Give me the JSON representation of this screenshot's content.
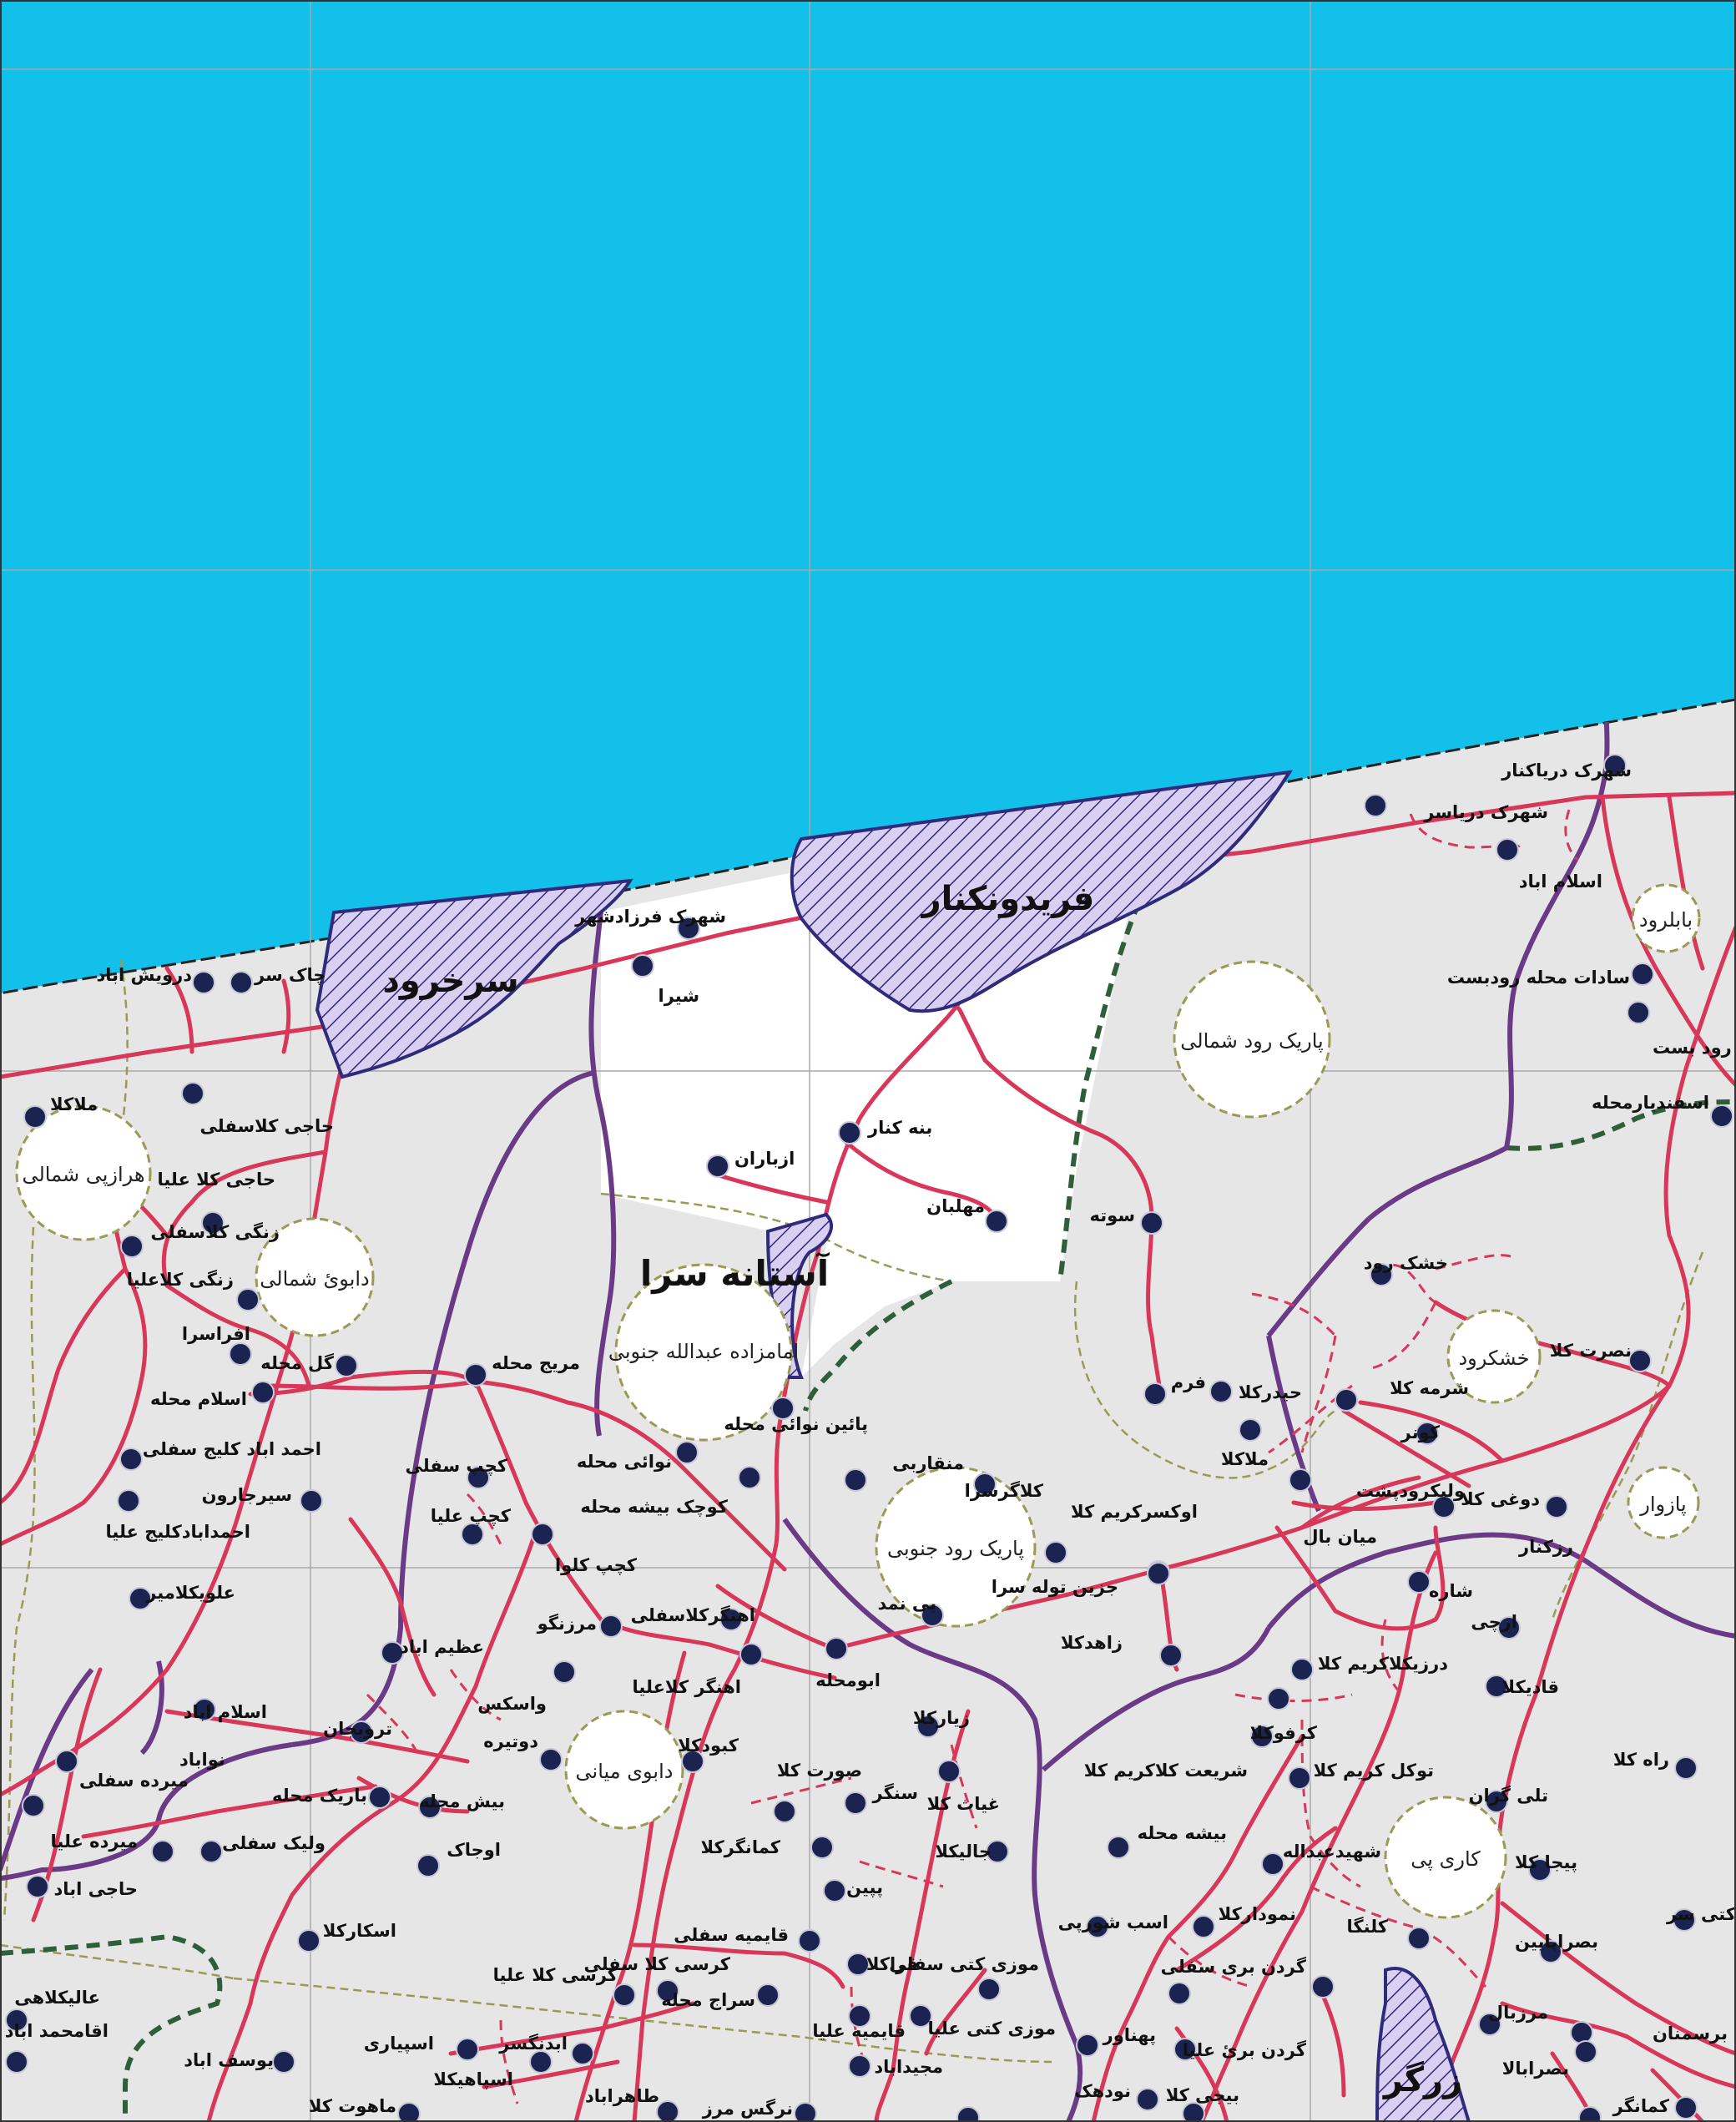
{
  "map": {
    "colors": {
      "sea": "#12c0ea",
      "land": "#e6e6e6",
      "highlight_area": "#ffffff",
      "urban_hatch": "#d9cff0",
      "urban_stroke": "#2f2a7a",
      "road": "#d8375a",
      "county_boundary": "#6b3a86",
      "district_boundary": "#2e5e3a",
      "rural_boundary": "#9a9a55",
      "village_dot": "#1b2450"
    },
    "urban_areas": [
      {
        "name": "سرخرود"
      },
      {
        "name": "فریدونکنار"
      },
      {
        "name": "زرگر"
      }
    ],
    "town": {
      "name": "آستانه سرا"
    },
    "dehestan_circles": [
      {
        "name": "پاریک رود شمالی"
      },
      {
        "name": "بابلرود"
      },
      {
        "name": "هرازپی شمالی"
      },
      {
        "name": "دابوئ شمالی"
      },
      {
        "name": "امامزاده عبدالله جنوبی"
      },
      {
        "name": "خشکرود"
      },
      {
        "name": "پازوار"
      },
      {
        "name": "پاریک رود جنوبی"
      },
      {
        "name": "دابوی میانی"
      },
      {
        "name": "کاری پی"
      }
    ],
    "villages": [
      {
        "name": "شهرک دریاکنار"
      },
      {
        "name": "شهرک دریاسر"
      },
      {
        "name": "اسلام اباد"
      },
      {
        "name": "سادات محله رودبست"
      },
      {
        "name": "رود بست"
      },
      {
        "name": "اسفندیارمحله"
      },
      {
        "name": "شهرک فرزادشهر"
      },
      {
        "name": "شیرا"
      },
      {
        "name": "درویش اباد"
      },
      {
        "name": "چاک سر"
      },
      {
        "name": "ملاکلا"
      },
      {
        "name": "حاجی کلاسفلی"
      },
      {
        "name": "حاجی کلا علیا"
      },
      {
        "name": "زنگی کلاسفلی"
      },
      {
        "name": "زنگی کلاعلیا"
      },
      {
        "name": "افراسرا"
      },
      {
        "name": "گل محله"
      },
      {
        "name": "اسلام محله"
      },
      {
        "name": "احمد اباد کلیج سفلی"
      },
      {
        "name": "سیرجارون"
      },
      {
        "name": "احمدابادکلیج علیا"
      },
      {
        "name": "علویکلامیر"
      },
      {
        "name": "بنه کنار"
      },
      {
        "name": "ازباران"
      },
      {
        "name": "مهلبان"
      },
      {
        "name": "سوته"
      },
      {
        "name": "خشک رود"
      },
      {
        "name": "نصرت کلا"
      },
      {
        "name": "شرمه کلا"
      },
      {
        "name": "حیدرکلا"
      },
      {
        "name": "فرم"
      },
      {
        "name": "ملاکلا"
      },
      {
        "name": "کونر"
      },
      {
        "name": "ولیکرودپشت"
      },
      {
        "name": "دوغی کلا"
      },
      {
        "name": "رزکنار"
      },
      {
        "name": "میان بال"
      },
      {
        "name": "مریج محله"
      },
      {
        "name": "پائین نوائی محله"
      },
      {
        "name": "نوائی محله"
      },
      {
        "name": "منقاربی"
      },
      {
        "name": "کلاگرسرا"
      },
      {
        "name": "اوکسرکریم کلا"
      },
      {
        "name": "کچپ سفلی"
      },
      {
        "name": "کچپ علیا"
      },
      {
        "name": "کوچک بیشه محله"
      },
      {
        "name": "کچپ کلوا"
      },
      {
        "name": "جزین توله سرا"
      },
      {
        "name": "بی نمد"
      },
      {
        "name": "شاره"
      },
      {
        "name": "ارچی"
      },
      {
        "name": "زاهدکلا"
      },
      {
        "name": "عظیم اباد"
      },
      {
        "name": "مرزنگو"
      },
      {
        "name": "اهنگرکلاسفلی"
      },
      {
        "name": "اهنگر کلاعلیا"
      },
      {
        "name": "ابومحله"
      },
      {
        "name": "درزیکلاکریم کلا"
      },
      {
        "name": "قادیکلا"
      },
      {
        "name": "واسکس"
      },
      {
        "name": "اسلام اباد"
      },
      {
        "name": "نواباد"
      },
      {
        "name": "میرده سفلی"
      },
      {
        "name": "تروبجان"
      },
      {
        "name": "دوتیره"
      },
      {
        "name": "کبودکلا"
      },
      {
        "name": "زیارکلا"
      },
      {
        "name": "کرفوکلا"
      },
      {
        "name": "شریعت کلاکریم کلا"
      },
      {
        "name": "توکل کریم کلا"
      },
      {
        "name": "راه کلا"
      },
      {
        "name": "صورت کلا"
      },
      {
        "name": "سنگر"
      },
      {
        "name": "غیاث کلا"
      },
      {
        "name": "تلی گران"
      },
      {
        "name": "باریک محله"
      },
      {
        "name": "بیش محله"
      },
      {
        "name": "ولیک سفلی"
      },
      {
        "name": "میرده علیا"
      },
      {
        "name": "حاجی اباد"
      },
      {
        "name": "اوجاک"
      },
      {
        "name": "کمانگرکلا"
      },
      {
        "name": "جالیکلا"
      },
      {
        "name": "بیشه محله"
      },
      {
        "name": "شهیدعبداله"
      },
      {
        "name": "پیجا کلا"
      },
      {
        "name": "پپین"
      },
      {
        "name": "اسکارکلا"
      },
      {
        "name": "قایمیه سفلی"
      },
      {
        "name": "اسب شورپی"
      },
      {
        "name": "نمودارکلا"
      },
      {
        "name": "کلنگا"
      },
      {
        "name": "کتی سر"
      },
      {
        "name": "کرسی کلا سفلی"
      },
      {
        "name": "قراکلا"
      },
      {
        "name": "موزی کتی سفلی"
      },
      {
        "name": "گردن بری سفلی"
      },
      {
        "name": "بصراپایین"
      },
      {
        "name": "عالیکلاهی"
      },
      {
        "name": "کرسی کلا علیا"
      },
      {
        "name": "سراج محله"
      },
      {
        "name": "موزی کتی علیا"
      },
      {
        "name": "مرزبال"
      },
      {
        "name": "اقامحمد اباد"
      },
      {
        "name": "اسپیاری"
      },
      {
        "name": "ابدنگسر"
      },
      {
        "name": "قایمیه علیا"
      },
      {
        "name": "پهناور"
      },
      {
        "name": "گردن بریٔ علیا"
      },
      {
        "name": "برسمنان"
      },
      {
        "name": "یوسف اباد"
      },
      {
        "name": "اسپاهیکلا"
      },
      {
        "name": "مجیداباد"
      },
      {
        "name": "بصرابالا"
      },
      {
        "name": "طاهراباد"
      },
      {
        "name": "نودهک"
      },
      {
        "name": "بیجی کلا"
      },
      {
        "name": "ماهوت کلا"
      },
      {
        "name": "نرگس مرز"
      },
      {
        "name": "کمانگر"
      }
    ]
  }
}
